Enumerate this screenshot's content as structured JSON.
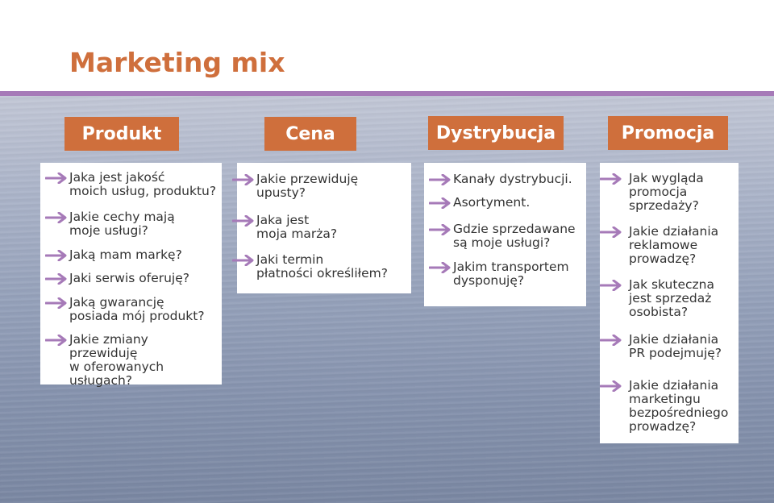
{
  "title": "Marketing mix",
  "colors": {
    "accent": "#cf6f3c",
    "rule": "#a67ab8",
    "arrow": "#a67ab8"
  },
  "columns": [
    {
      "header": "Produkt",
      "items": [
        "Jaka jest jakość\nmoich usług, produktu?",
        "Jakie cechy mają\nmoje usługi?",
        "Jaką mam markę?",
        "Jaki serwis oferuję?",
        "Jaką gwarancję\nposiada mój produkt?",
        "Jakie zmiany przewiduję\nw oferowanych\nusługach?"
      ]
    },
    {
      "header": "Cena",
      "items": [
        "Jakie przewiduję\nupusty?",
        "Jaka jest\nmoja marża?",
        "Jaki termin\npłatności określiłem?"
      ]
    },
    {
      "header": "Dystrybucja",
      "items": [
        "Kanały dystrybucji.",
        "Asortyment.",
        "Gdzie sprzedawane\nsą moje usługi?",
        "Jakim transportem\ndysponuję?"
      ]
    },
    {
      "header": "Promocja",
      "items": [
        "Jak wygląda\npromocja\nsprzedaży?",
        "Jakie działania\nreklamowe\nprowadzę?",
        "Jak skuteczna\njest sprzedaż\nosobista?",
        "Jakie działania\nPR podejmuję?",
        "Jakie działania\nmarketingu\nbezpośredniego\nprowadzę?"
      ]
    }
  ]
}
